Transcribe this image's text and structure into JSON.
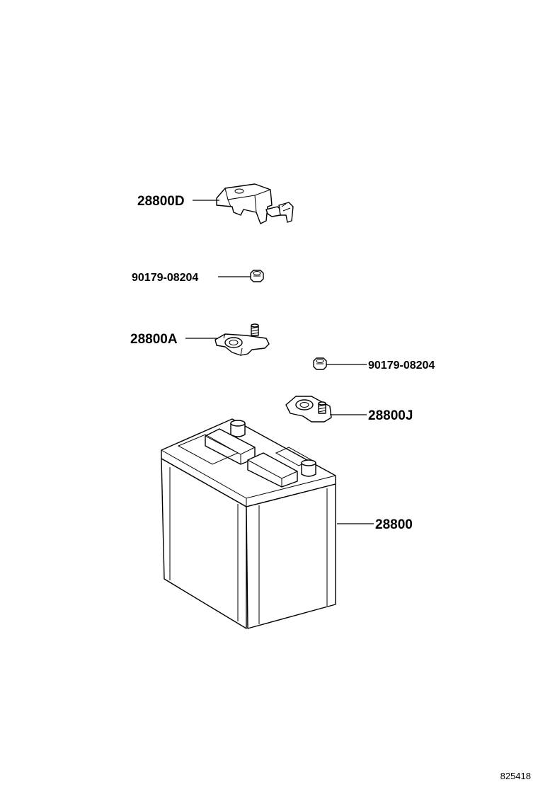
{
  "parts": {
    "hold_down_clamp": "28800D",
    "nut_upper": "90179-08204",
    "terminal_a": "28800A",
    "nut_lower": "90179-08204",
    "terminal_j": "28800J",
    "battery": "28800"
  },
  "figure_number": "825418"
}
